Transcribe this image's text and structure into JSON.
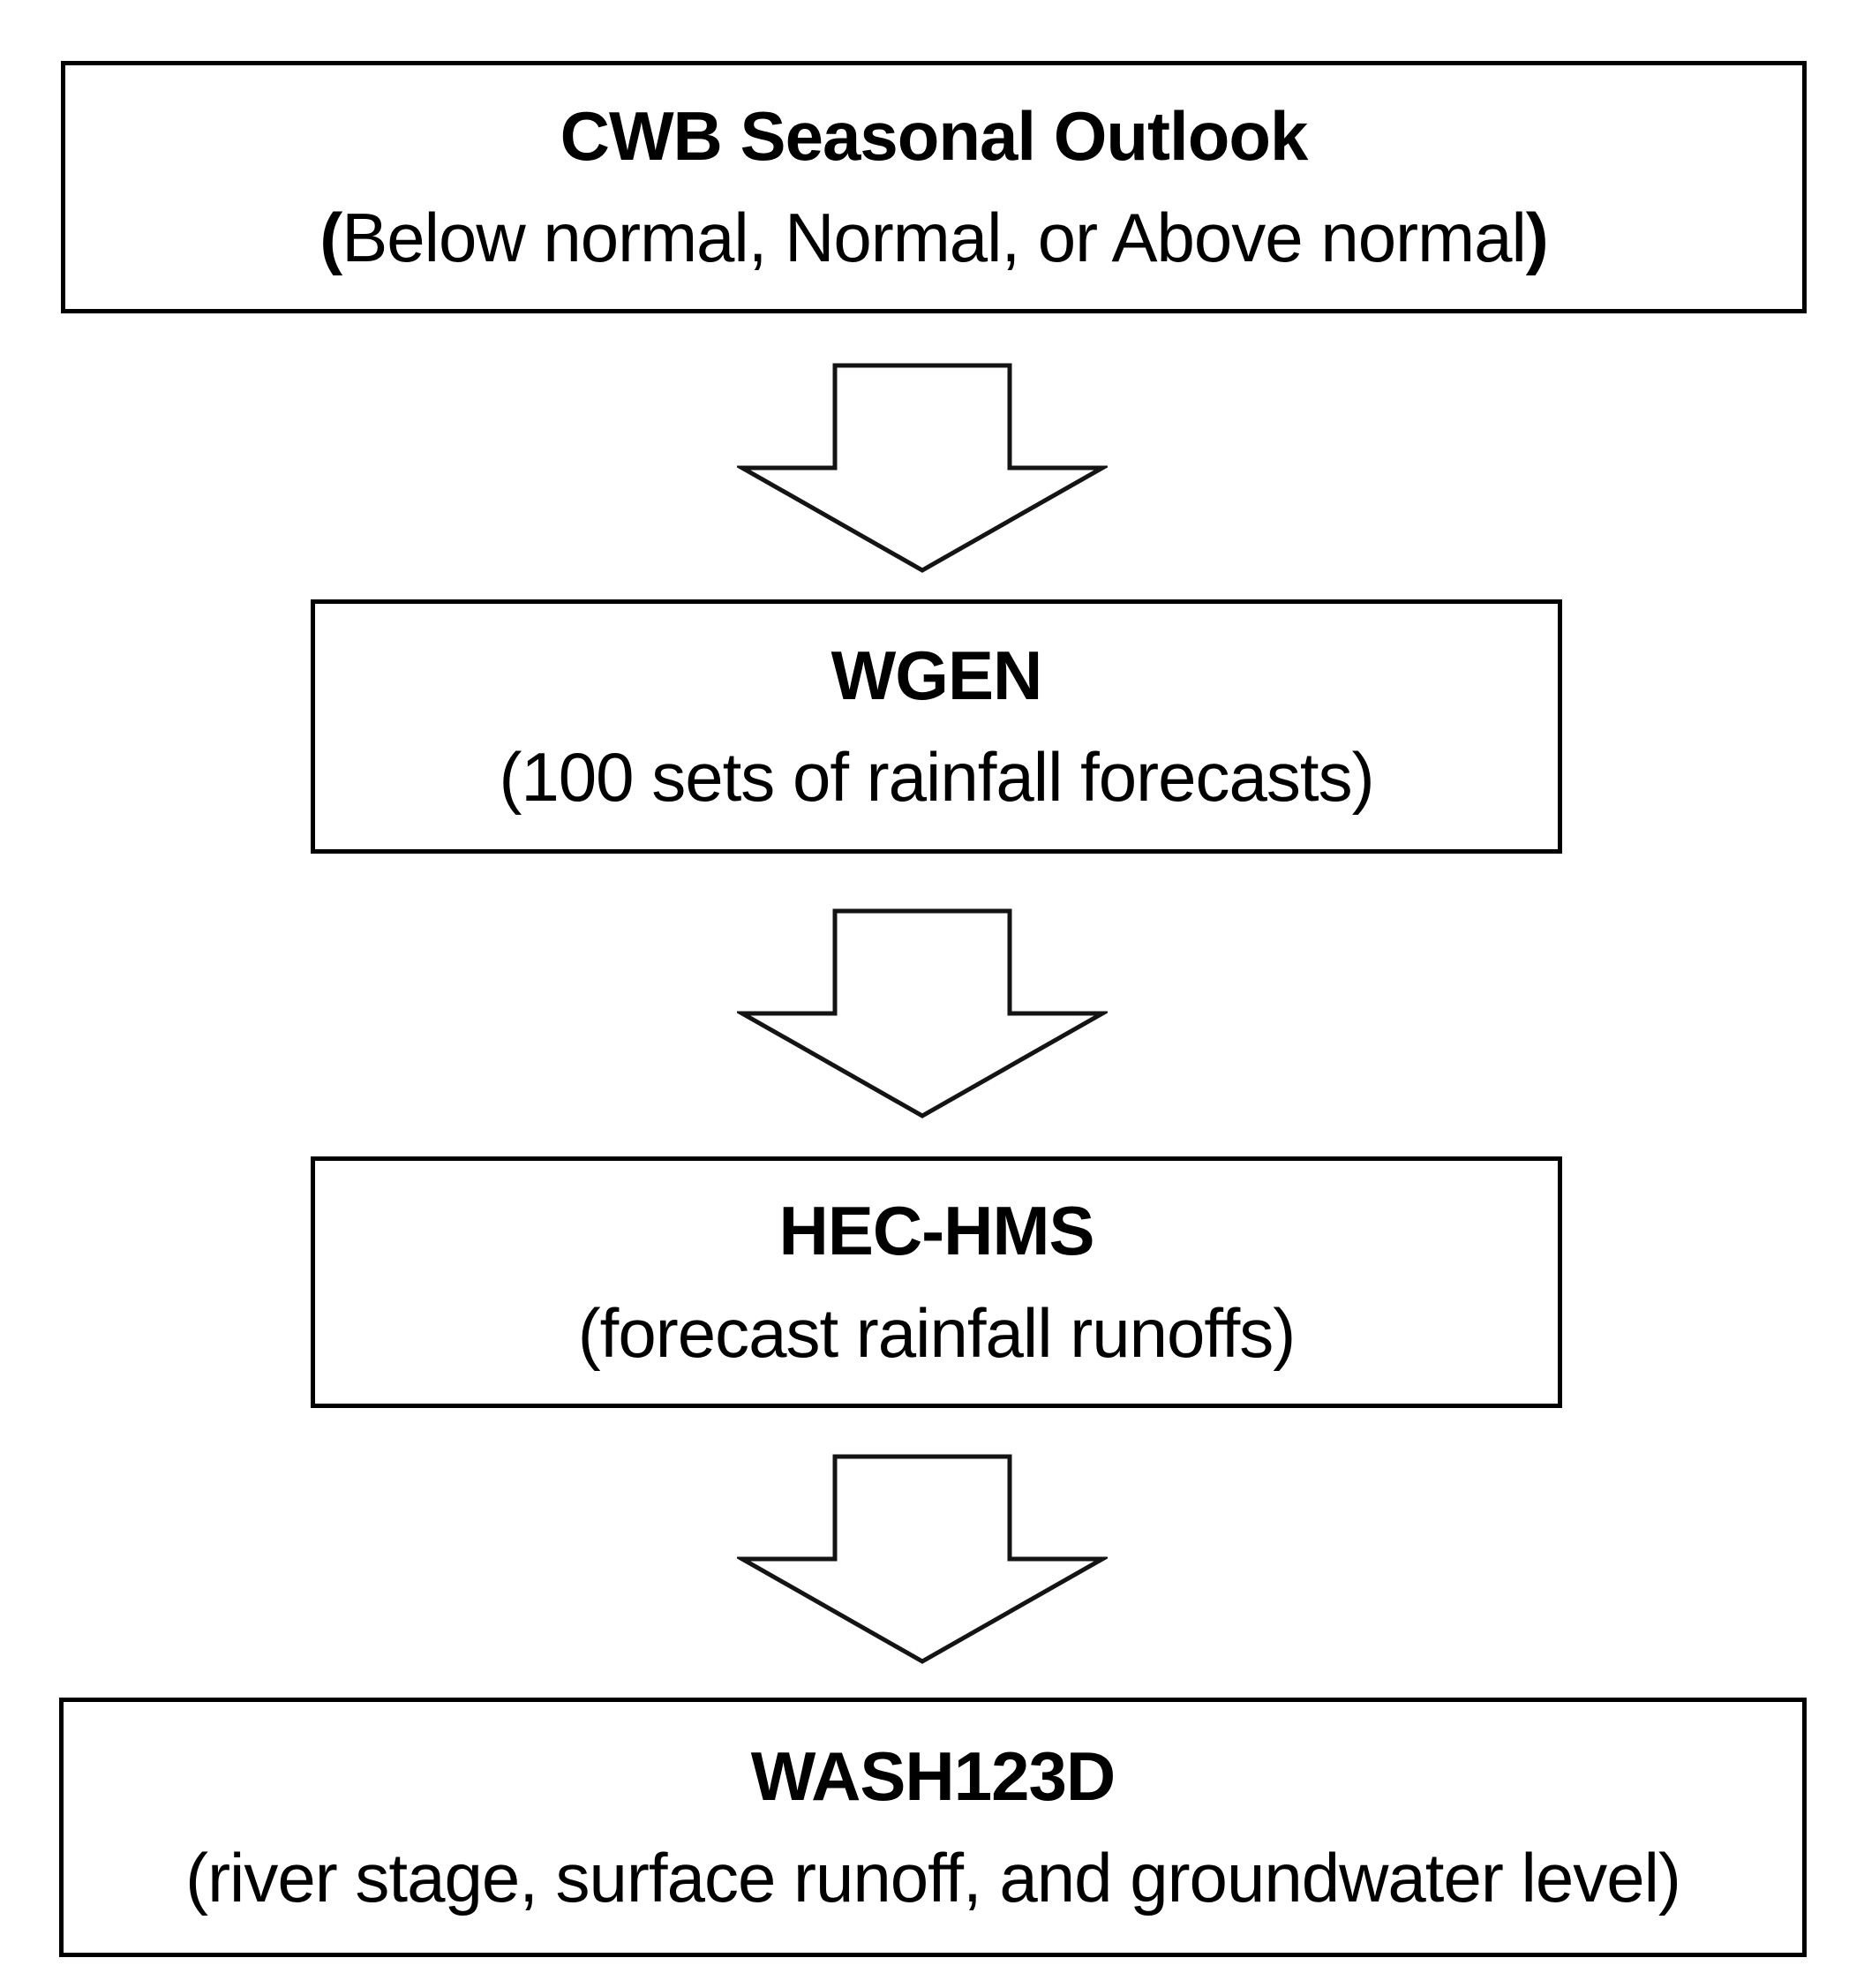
{
  "flowchart": {
    "nodes": [
      {
        "title": "CWB Seasonal Outlook",
        "subtitle_open": "(",
        "subtitle_body": "Below normal, Normal, or Above normal",
        "subtitle_close": ")"
      },
      {
        "title": "WGEN",
        "subtitle": "(100 sets of rainfall forecasts)"
      },
      {
        "title": "HEC-HMS",
        "subtitle": "(forecast rainfall runoffs)"
      },
      {
        "title": "WASH123D",
        "subtitle": "(river stage, surface runoff, and groundwater level)"
      }
    ],
    "arrows": [
      {
        "direction": "down"
      },
      {
        "direction": "down"
      },
      {
        "direction": "down"
      }
    ],
    "colors": {
      "background": "#ffffff",
      "box_border": "#000000",
      "text": "#000000",
      "arrow_outline": "#141414",
      "arrow_fill": "#ffffff"
    }
  }
}
